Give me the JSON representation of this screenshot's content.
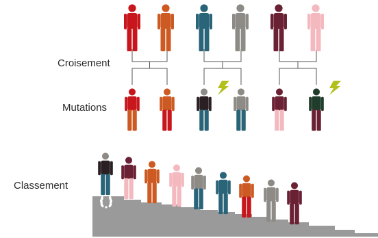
{
  "labels": {
    "crossover": "Croisement",
    "mutations": "Mutations",
    "ranking": "Classement"
  },
  "colors": {
    "red": "#c8161d",
    "orange": "#cc5a22",
    "teal": "#2a6478",
    "gray": "#8e8a85",
    "maroon": "#6a2133",
    "pink": "#f3b9bf",
    "dark": "#2a1f22",
    "darkgreen": "#1f3d2a",
    "lightning": "#b3c01c",
    "stairs": "#9a9a9a",
    "connector": "#555555"
  },
  "parents": [
    {
      "name": "parent-red",
      "head": "red",
      "torso": "red",
      "legs": "red"
    },
    {
      "name": "parent-orange",
      "head": "orange",
      "torso": "orange",
      "legs": "orange"
    },
    {
      "name": "parent-teal",
      "head": "teal",
      "torso": "teal",
      "legs": "teal"
    },
    {
      "name": "parent-gray",
      "head": "gray",
      "torso": "gray",
      "legs": "gray"
    },
    {
      "name": "parent-maroon",
      "head": "maroon",
      "torso": "maroon",
      "legs": "maroon"
    },
    {
      "name": "parent-pink",
      "head": "pink",
      "torso": "pink",
      "legs": "pink"
    }
  ],
  "children": [
    {
      "name": "child-red-orange",
      "head": "red",
      "torso": "red",
      "legs": "orange",
      "mutated": false
    },
    {
      "name": "child-orange-red",
      "head": "orange",
      "torso": "orange",
      "legs": "red",
      "mutated": false
    },
    {
      "name": "child-mutated-dark",
      "head": "gray",
      "torso": "dark",
      "legs": "teal",
      "mutated": true
    },
    {
      "name": "child-gray-teal",
      "head": "gray",
      "torso": "gray",
      "legs": "teal",
      "mutated": false
    },
    {
      "name": "child-maroon-pink",
      "head": "maroon",
      "torso": "maroon",
      "legs": "pink",
      "mutated": false
    },
    {
      "name": "child-mutated-green",
      "head": "darkgreen",
      "torso": "darkgreen",
      "legs": "maroon",
      "mutated": true
    }
  ],
  "ranking": [
    {
      "name": "rank-1",
      "head": "gray",
      "torso": "dark",
      "legs": "teal",
      "winner": true
    },
    {
      "name": "rank-2",
      "head": "maroon",
      "torso": "maroon",
      "legs": "pink",
      "winner": false
    },
    {
      "name": "rank-3",
      "head": "orange",
      "torso": "orange",
      "legs": "orange",
      "winner": false
    },
    {
      "name": "rank-4",
      "head": "pink",
      "torso": "pink",
      "legs": "pink",
      "winner": false
    },
    {
      "name": "rank-5",
      "head": "gray",
      "torso": "gray",
      "legs": "teal",
      "winner": false
    },
    {
      "name": "rank-6",
      "head": "teal",
      "torso": "teal",
      "legs": "teal",
      "winner": false
    },
    {
      "name": "rank-7",
      "head": "orange",
      "torso": "orange",
      "legs": "red",
      "winner": false
    },
    {
      "name": "rank-8",
      "head": "gray",
      "torso": "gray",
      "legs": "gray",
      "winner": false
    },
    {
      "name": "rank-9",
      "head": "maroon",
      "torso": "maroon",
      "legs": "maroon",
      "winner": false
    }
  ]
}
